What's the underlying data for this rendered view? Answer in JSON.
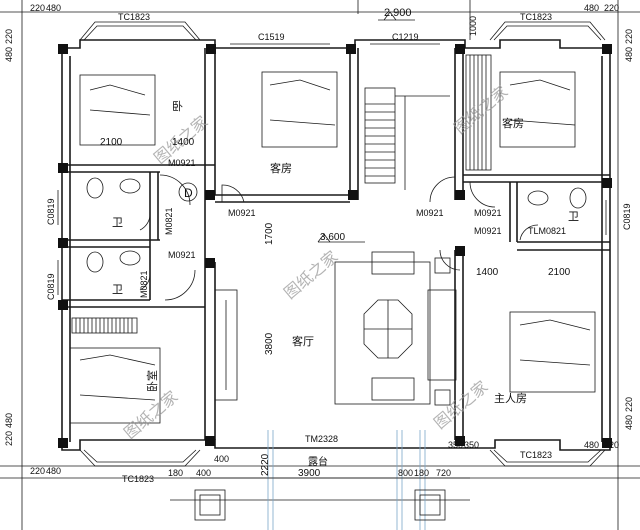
{
  "dimensions": {
    "top_left_a": "220",
    "top_left_b": "480",
    "top_right_a": "480",
    "top_right_b": "220",
    "left_side_top_a": "480",
    "left_side_top_b": "220",
    "right_side_top_a": "480",
    "right_side_top_b": "220",
    "dim_1000": "1000",
    "dim_2100_top": "2100",
    "dim_1400_top": "1400",
    "dim_1700": "1700",
    "dim_1400_right": "1400",
    "dim_2100_right": "2100",
    "dim_3800": "3800",
    "dim_2220": "2220",
    "dim_3900": "3900",
    "dim_180": "180",
    "dim_400_a": "400",
    "dim_400_b": "400",
    "dim_800": "800",
    "dim_180_b": "180",
    "dim_720": "720",
    "dim_350_a": "350",
    "dim_350_b": "350",
    "bottom_left_a": "220",
    "bottom_left_b": "480",
    "bottom_right_a": "480",
    "bottom_right_b": "220",
    "left_side_bottom_a": "220",
    "left_side_bottom_b": "480",
    "right_side_bottom_a": "480",
    "right_side_bottom_b": "220"
  },
  "level_mark": "2.900",
  "level_mark_center": "3.600",
  "room_labels": {
    "guest_room_top": "客房",
    "guest_room_top_right": "客房",
    "living_room": "客厅",
    "master_bedroom": "主人房",
    "terrace": "露台",
    "bath_1": "卫",
    "bath_2": "卫",
    "bath_3": "卫",
    "bedroom_tl": "卧",
    "bedroom_bl": "卧室"
  },
  "window_labels": {
    "tc_top_left": "TC1823",
    "tc_top_right": "TC1823",
    "c1519": "C1519",
    "c1219": "C1219",
    "c0819_a": "C0819",
    "c0819_b": "C0819",
    "c0819_right": "C0819",
    "tc_bottom_left": "TC1823",
    "tc_bottom_right": "TC1823",
    "tm2328": "TM2328"
  },
  "door_labels": {
    "m0921_a": "M0921",
    "m0921_b": "M0921",
    "m0921_c": "M0921",
    "m0921_d": "M0921",
    "m0921_e": "M0921",
    "m0921_f": "M0921",
    "m0821_a": "M0821",
    "m0821_b": "M0821",
    "tlm0821": "TLM0821"
  },
  "marker_d": "D",
  "watermark": "图纸之家"
}
